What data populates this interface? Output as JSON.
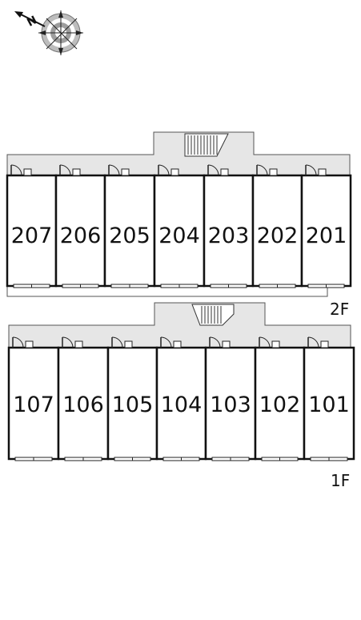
{
  "compass": {
    "label": "N",
    "icon": "compass-rose-icon"
  },
  "floors": [
    {
      "id": "2F",
      "label": "2F",
      "units": [
        "207",
        "206",
        "205",
        "204",
        "203",
        "202",
        "201"
      ]
    },
    {
      "id": "1F",
      "label": "1F",
      "units": [
        "107",
        "106",
        "105",
        "104",
        "103",
        "102",
        "101"
      ]
    }
  ],
  "colors": {
    "walkway": "#e6e6e6",
    "wall": "#111111",
    "balcony": "#ffffff",
    "line": "#555555"
  }
}
